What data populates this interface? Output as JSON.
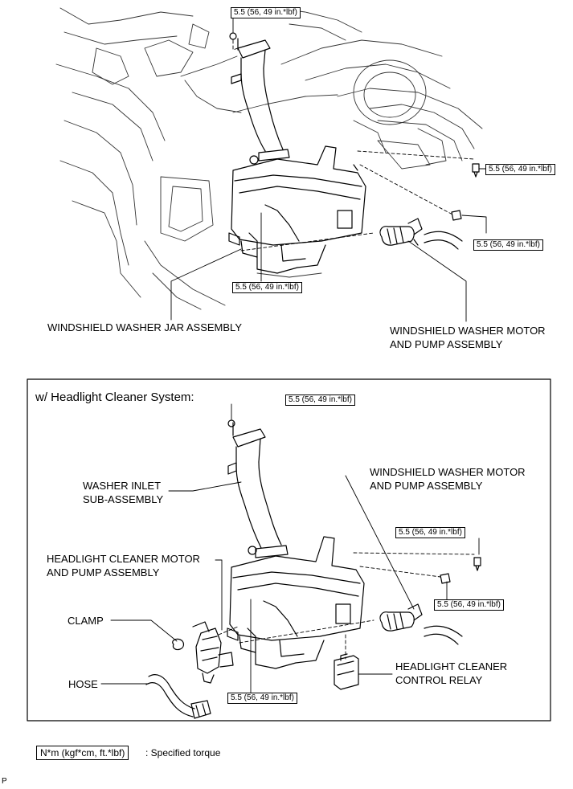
{
  "torque_label": "5.5 (56, 49 in.*lbf)",
  "top": {
    "jar_label": "WINDSHIELD WASHER JAR ASSEMBLY",
    "motor_label_line1": "WINDSHIELD WASHER MOTOR",
    "motor_label_line2": "AND PUMP ASSEMBLY"
  },
  "bottom": {
    "title": "w/ Headlight Cleaner System:",
    "motor_label_line1": "WINDSHIELD WASHER MOTOR",
    "motor_label_line2": "AND PUMP ASSEMBLY",
    "inlet_label_line1": "WASHER INLET",
    "inlet_label_line2": "SUB-ASSEMBLY",
    "hl_motor_line1": "HEADLIGHT CLEANER MOTOR",
    "hl_motor_line2": "AND PUMP ASSEMBLY",
    "clamp_label": "CLAMP",
    "hose_label": "HOSE",
    "relay_line1": "HEADLIGHT CLEANER",
    "relay_line2": "CONTROL RELAY"
  },
  "legend": {
    "unit": "N*m (kgf*cm, ft.*lbf)",
    "text": ": Specified torque"
  },
  "footer_letter": "P"
}
